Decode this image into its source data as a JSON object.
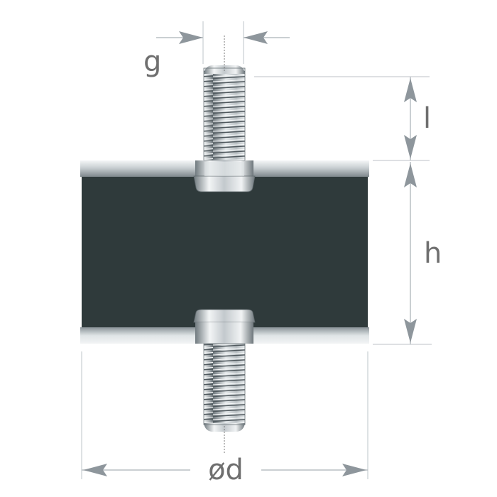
{
  "diagram": {
    "labels": {
      "thread_diameter": "g",
      "thread_length": "l",
      "height": "h",
      "diameter": "ød"
    },
    "colors": {
      "rubber": "#2f3a3b",
      "metal_light": "#e8ecee",
      "metal_dark": "#7c858a",
      "dimension": "#b9bfc4",
      "arrow": "#8e969c",
      "label": "#6f6f6f"
    }
  }
}
